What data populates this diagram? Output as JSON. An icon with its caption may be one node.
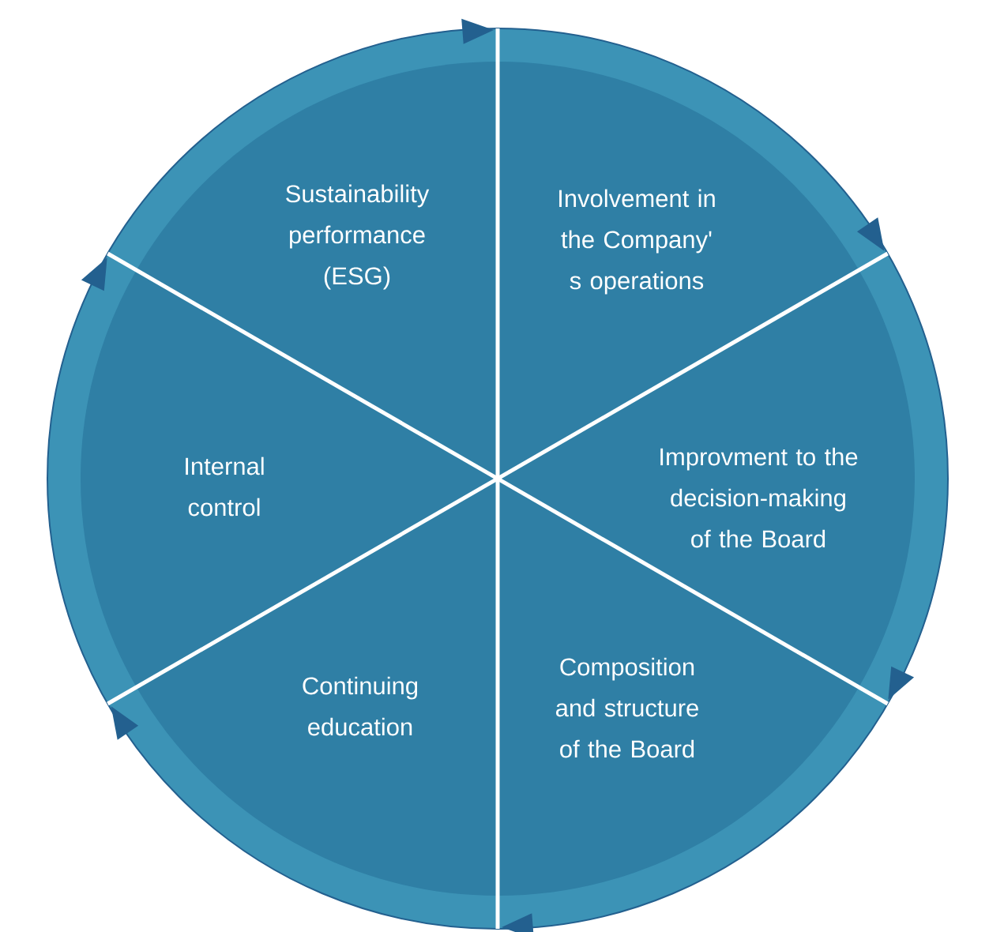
{
  "diagram": {
    "nodes": [
      {
        "text": [
          "Sustainability performance (ESG)"
        ]
      },
      {
        "text": [
          "Involvement in the Company' s operations"
        ]
      },
      {
        "text": [
          "Internal control"
        ]
      },
      {
        "text": [
          "Improvment to the decision-making of the Board"
        ]
      },
      {
        "text": [
          "Continuing education"
        ]
      },
      {
        "text": [
          "Composition and structure of the Board"
        ]
      }
    ]
  }
}
